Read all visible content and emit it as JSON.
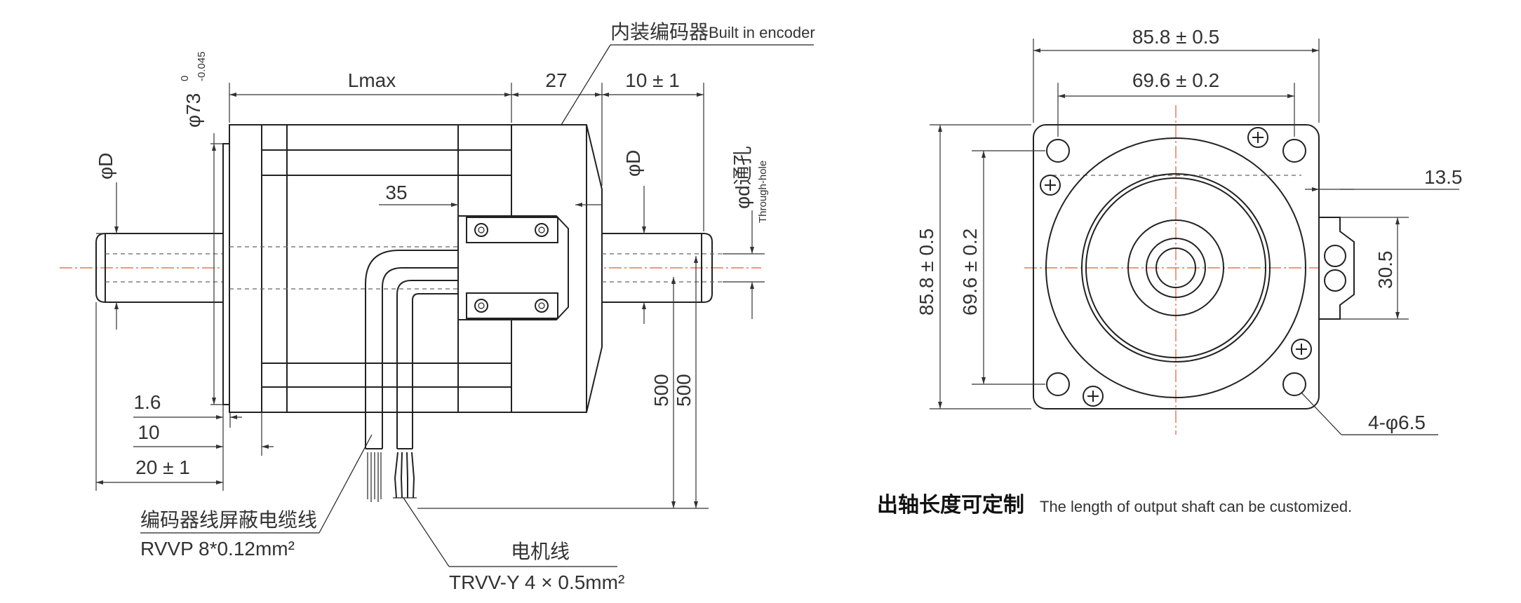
{
  "side_view": {
    "encoder_label_cn": "内装编码器",
    "encoder_label_en": "Built in encoder",
    "flange_dia": "φ73",
    "flange_tol_upper": "0",
    "flange_tol_lower": "-0.045",
    "lmax": "Lmax",
    "dim_27": "27",
    "dim_10_1": "10 ± 1",
    "phi_d_left": "φD",
    "phi_d_right": "φD",
    "through_hole_cn": "φd通孔",
    "through_hole_en": "Through-hole",
    "dim_35": "35",
    "dim_1_6": "1.6",
    "dim_10": "10",
    "dim_20_1": "20 ± 1",
    "dim_500_a": "500",
    "dim_500_b": "500",
    "encoder_cable_cn": "编码器线屏蔽电缆线",
    "encoder_cable_spec": "RVVP 8*0.12mm²",
    "motor_cable_cn": "电机线",
    "motor_cable_spec": "TRVV-Y 4 × 0.5mm²"
  },
  "front_view": {
    "width_outer": "85.8 ± 0.5",
    "width_inner": "69.6 ± 0.2",
    "height_outer": "85.8 ± 0.5",
    "height_inner": "69.6 ± 0.2",
    "dim_13_5": "13.5",
    "dim_30_5": "30.5",
    "holes": "4-φ6.5"
  },
  "note": {
    "cn": "出轴长度可定制",
    "en": "The length of output shaft can be customized."
  }
}
